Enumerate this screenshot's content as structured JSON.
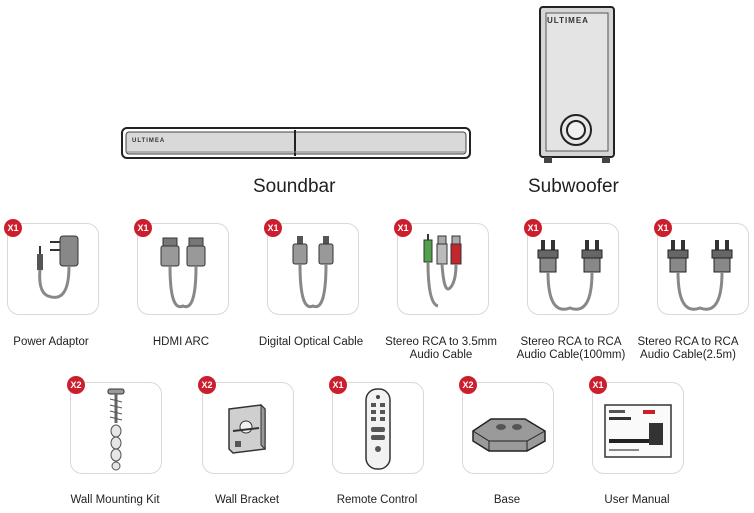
{
  "soundbar": {
    "label": "Soundbar",
    "logo": "ULTIMEA"
  },
  "subwoofer": {
    "label": "Subwoofer",
    "logo": "ULTIMEA"
  },
  "items": [
    {
      "label": "Power Adaptor",
      "qty": "X1"
    },
    {
      "label": "HDMI ARC",
      "qty": "X1"
    },
    {
      "label": "Digital Optical Cable",
      "qty": "X1"
    },
    {
      "label_line1": "Stereo RCA to 3.5mm",
      "label_line2": "Audio Cable",
      "qty": "X1"
    },
    {
      "label_line1": "Stereo RCA to RCA",
      "label_line2": "Audio Cable(100mm)",
      "qty": "X1"
    },
    {
      "label_line1": "Stereo RCA to RCA",
      "label_line2": "Audio Cable(2.5m)",
      "qty": "X1"
    },
    {
      "label": "Wall Mounting Kit",
      "qty": "X2"
    },
    {
      "label": "Wall Bracket",
      "qty": "X2"
    },
    {
      "label": "Remote Control",
      "qty": "X1"
    },
    {
      "label": "Base",
      "qty": "X2"
    },
    {
      "label": "User Manual",
      "qty": "X1"
    }
  ]
}
